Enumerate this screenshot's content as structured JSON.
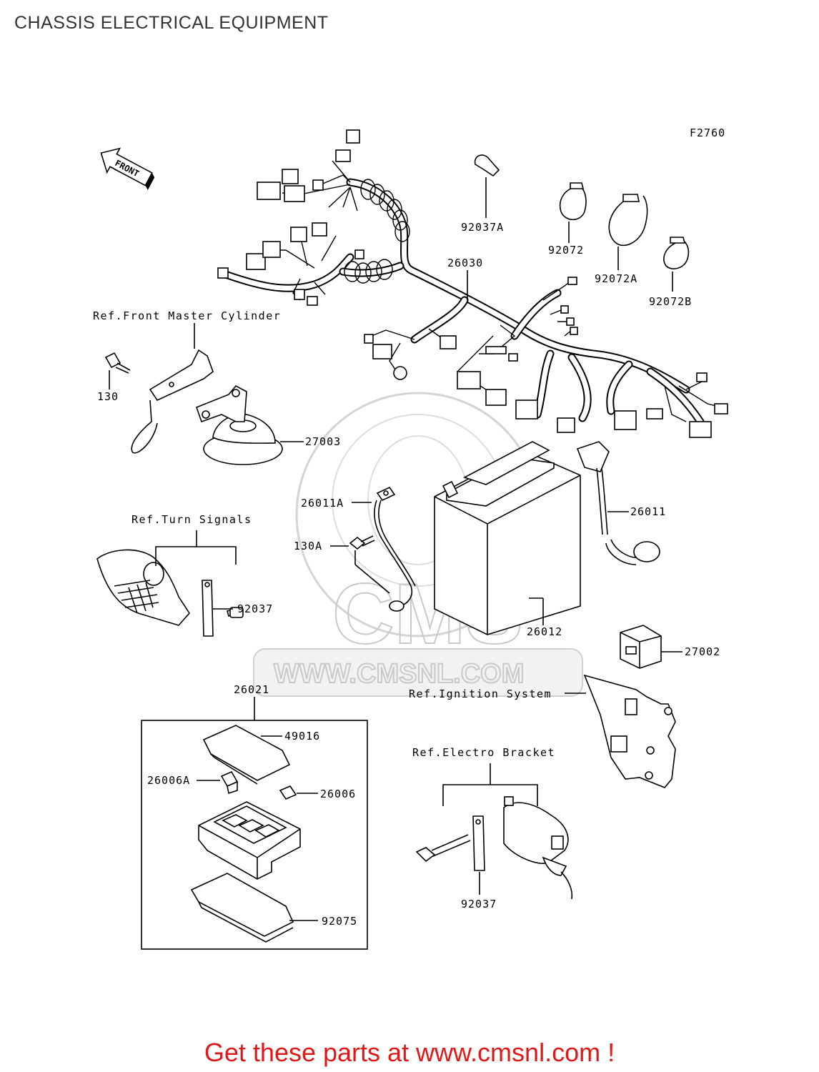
{
  "page": {
    "title": "CHASSIS ELECTRICAL EQUIPMENT",
    "promo": "Get these parts at www.cmsnl.com !"
  },
  "diagram": {
    "figure_code": "F2760",
    "front_arrow": "FRONT",
    "watermark": {
      "brand": "CMS",
      "url": "WWW.CMSNL.COM"
    },
    "refs": {
      "front_master_cylinder": "Ref.Front Master Cylinder",
      "turn_signals": "Ref.Turn Signals",
      "ignition_system": "Ref.Ignition System",
      "electro_bracket": "Ref.Electro Bracket"
    },
    "parts": {
      "p92037A": "92037A",
      "p92072": "92072",
      "p92072A": "92072A",
      "p92072B": "92072B",
      "p26030": "26030",
      "p130": "130",
      "p27003": "27003",
      "p26011A": "26011A",
      "p130A": "130A",
      "p26011": "26011",
      "p92037_turn": "92037",
      "p26012": "26012",
      "p27002": "27002",
      "p26021": "26021",
      "p49016": "49016",
      "p26006A": "26006A",
      "p26006": "26006",
      "p92075": "92075",
      "p92037_bracket": "92037"
    },
    "colors": {
      "line": "#000000",
      "watermark": "#c9c9c9",
      "promo": "#e01818",
      "title": "#333333"
    }
  }
}
